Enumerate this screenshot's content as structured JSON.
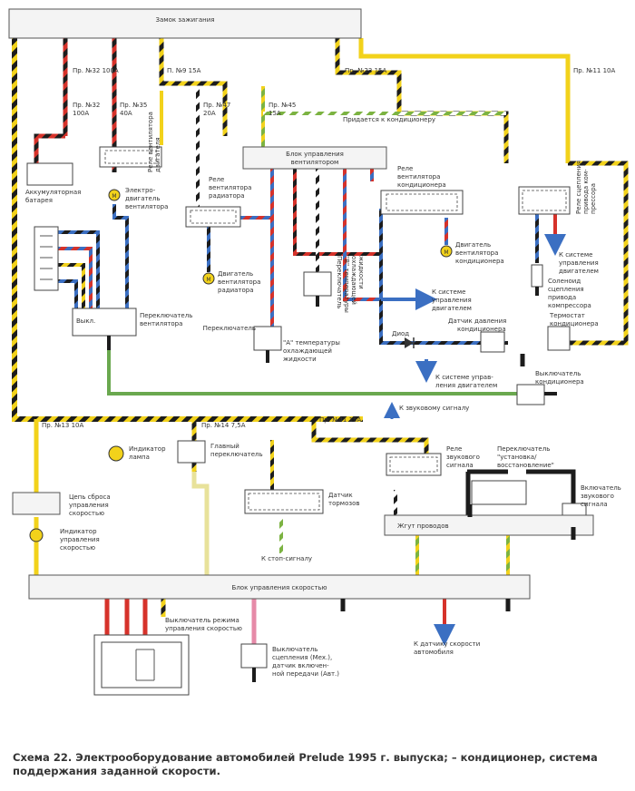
{
  "caption": "Схема 22. Электрооборудование автомобилей Prelude 1995 г. выпуска; – кондиционер, система поддержания заданной скорости.",
  "labels": {
    "ignition": "Замок зажигания",
    "fuse32a": "Пр. №32 100А",
    "fuse32b_1": "Пр. №32",
    "fuse32b_2": "100А",
    "fuse35_1": "Пр. №35",
    "fuse35_2": "40А",
    "fuse9": "П. №9 15А",
    "fuse47_1": "Пр. №47",
    "fuse47_2": "20А",
    "fuse45_1": "Пр. №45",
    "fuse45_2": "15А",
    "fuse23": "Пр. №23 15А",
    "fuse11": "Пр. №11 10А",
    "ac_supply": "Придается к кондиционеру",
    "fan_ctrl_1": "Блок управления",
    "fan_ctrl_2": "вентилятором",
    "engine_fan_relay_1": "Реле вентилятора",
    "engine_fan_relay_2": "двигателя",
    "battery_1": "Аккумуляторная",
    "battery_2": "батарея",
    "fan_motor_1": "Электро-",
    "fan_motor_2": "двигатель",
    "fan_motor_3": "вентилятора",
    "rad_relay_1": "Реле",
    "rad_relay_2": "вентилятора",
    "rad_relay_3": "радиатора",
    "rad_motor_1": "Двигатель",
    "rad_motor_2": "вентилятора",
    "rad_motor_3": "радиатора",
    "ac_fan_relay_1": "Реле",
    "ac_fan_relay_2": "вентилятора",
    "ac_fan_relay_3": "кондиционера",
    "ac_fan_motor_1": "Двигатель",
    "ac_fan_motor_2": "вентилятора",
    "ac_fan_motor_3": "кондиционера",
    "clutch_relay_1": "Реле сцепления",
    "clutch_relay_2": "привода ком-",
    "clutch_relay_3": "прессора",
    "to_ecu_1_1": "К системе",
    "to_ecu_1_2": "управления",
    "to_ecu_1_3": "двигателем",
    "solenoid_1": "Соленоид",
    "solenoid_2": "сцепления",
    "solenoid_3": "привода",
    "solenoid_4": "компрессора",
    "to_ecu_2_1": "К системе",
    "to_ecu_2_2": "управления",
    "to_ecu_2_3": "двигателем",
    "switch_b_1": "Переключатель",
    "switch_b_2": "\"В\" температуры",
    "switch_b_3": "охлаждающей",
    "switch_b_4": "жидкости",
    "fan_switch_1": "Переключатель",
    "fan_switch_2": "вентилятора",
    "fan_switch_off": "Выкл.",
    "switch_a_1": "Переключатель",
    "switch_a_2": "\"А\" температуры",
    "switch_a_3": "охлаждающей",
    "switch_a_4": "жидкости",
    "diode": "Диод",
    "pressure_1": "Датчик давления",
    "pressure_2": "кондиционера",
    "thermostat_1": "Термостат",
    "thermostat_2": "кондиционера",
    "to_ecu_3_1": "К системе управ-",
    "to_ecu_3_2": "ления двигателем",
    "ac_switch_1": "Выключатель",
    "ac_switch_2": "кондиционера",
    "to_horn": "К звуковому сигналу",
    "fuse13": "Пр. №13 10А",
    "fuse14": "Пр. №14 7,5А",
    "fuse41": "Пр. №41 15А",
    "indicator_lamp_1": "Индикатор",
    "indicator_lamp_2": "лампа",
    "main_switch_1": "Главный",
    "main_switch_2": "переключатель",
    "horn_relay_1": "Реле",
    "horn_relay_2": "звукового",
    "horn_relay_3": "сигнала",
    "set_resume_1": "Переключатель",
    "set_resume_2": "\"установка/",
    "set_resume_3": "восстановление\"",
    "horn_switch_1": "Включатель",
    "horn_switch_2": "звукового",
    "horn_switch_3": "сигнала",
    "reset_1": "Цепь сброса",
    "reset_2": "управления",
    "reset_3": "скоростью",
    "cruise_ind_1": "Индикатор",
    "cruise_ind_2": "управления",
    "cruise_ind_3": "скоростью",
    "brake_sensor_1": "Датчик",
    "brake_sensor_2": "тормозов",
    "to_stop": "К стоп-сигналу",
    "harness": "Жгут проводов",
    "cruise_unit": "Блок управления скоростью",
    "mode_switch_1": "Выключатель режима",
    "mode_switch_2": "управления скоростью",
    "clutch_switch_1": "Выключатель",
    "clutch_switch_2": "сцепления (Мех.),",
    "clutch_switch_3": "датчик включен-",
    "clutch_switch_4": "ной передачи (Авт.)",
    "speed_sensor_1": "К датчику скорости",
    "speed_sensor_2": "автомобиля"
  }
}
